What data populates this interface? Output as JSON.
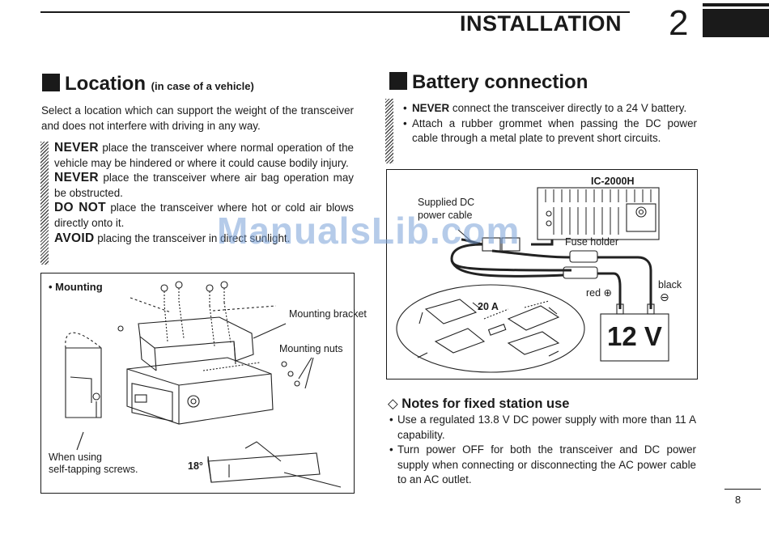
{
  "header": {
    "title": "INSTALLATION",
    "chapter": "2"
  },
  "location": {
    "heading": "Location",
    "heading_note": "(in case of a vehicle)",
    "intro": "Select a location which can support the weight of the transceiver and does not interfere with driving in any way.",
    "warnings": [
      {
        "keyword": "NEVER",
        "text": "place the transceiver where normal operation of the vehicle may be hindered or where it could cause bodily injury."
      },
      {
        "keyword": "NEVER",
        "text": "place the transceiver where air bag operation may be obstructed."
      },
      {
        "keyword": "DO NOT",
        "text": "place the transceiver where hot or cold air blows directly onto it."
      },
      {
        "keyword": "AVOID",
        "text": "placing the transceiver in direct sunlight."
      }
    ]
  },
  "mounting_figure": {
    "title": "• Mounting",
    "bracket_label": "Mounting bracket",
    "nuts_label": "Mounting nuts",
    "screws_label_1": "When using",
    "screws_label_2": "self-tapping screws.",
    "angle_label": "18°"
  },
  "battery": {
    "heading": "Battery connection",
    "bullets": [
      {
        "keyword": "NEVER",
        "text": "connect the transceiver directly to a 24 V battery."
      },
      {
        "keyword": "",
        "text": "Attach a rubber grommet when passing the DC power cable through a metal plate to prevent short circuits."
      }
    ]
  },
  "battery_figure": {
    "model": "IC-2000H",
    "cable_label_1": "Supplied DC",
    "cable_label_2": "power cable",
    "fuse_holder": "Fuse holder",
    "red_label": "red ⊕",
    "black_label": "black",
    "black_symbol": "⊖",
    "fuse_rating": "20 A",
    "battery_voltage": "12 V"
  },
  "notes": {
    "heading": "◇ Notes for fixed station use",
    "items": [
      "Use a regulated 13.8 V DC power supply with more than 11 A capability.",
      "Turn power OFF for both the transceiver and DC power supply when connecting or disconnecting the AC power cable to an AC outlet."
    ]
  },
  "page_number": "8",
  "watermark": "ManualsLib.com"
}
